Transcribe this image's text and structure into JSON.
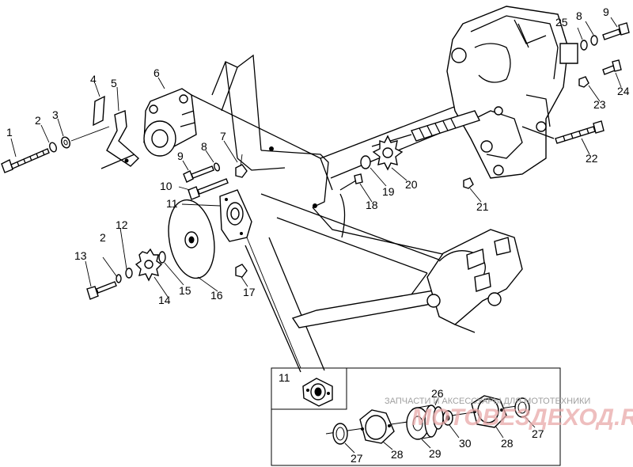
{
  "callouts": {
    "c1": "1",
    "c2a": "2",
    "c3": "3",
    "c4": "4",
    "c5": "5",
    "c6": "6",
    "c7": "7",
    "c8a": "8",
    "c9a": "9",
    "c10": "10",
    "c11a": "11",
    "c12": "12",
    "c13": "13",
    "c2b": "2",
    "c14": "14",
    "c15": "15",
    "c16": "16",
    "c17": "17",
    "c18": "18",
    "c19": "19",
    "c20": "20",
    "c21": "21",
    "c22": "22",
    "c23": "23",
    "c24": "24",
    "c25": "25",
    "c8b": "8",
    "c9b": "9",
    "inset_11": "11",
    "inset_26": "26",
    "inset_27a": "27",
    "inset_28a": "28",
    "inset_29": "29",
    "inset_30": "30",
    "inset_28b": "28",
    "inset_27b": "27"
  },
  "watermark": {
    "text": "ЗАПЧАСТИ И АКСЕССУАРЫ ДЛЯ МОТОТЕХНИКИ",
    "logo": "МОТОВЕЗДЕХОД.RU"
  }
}
